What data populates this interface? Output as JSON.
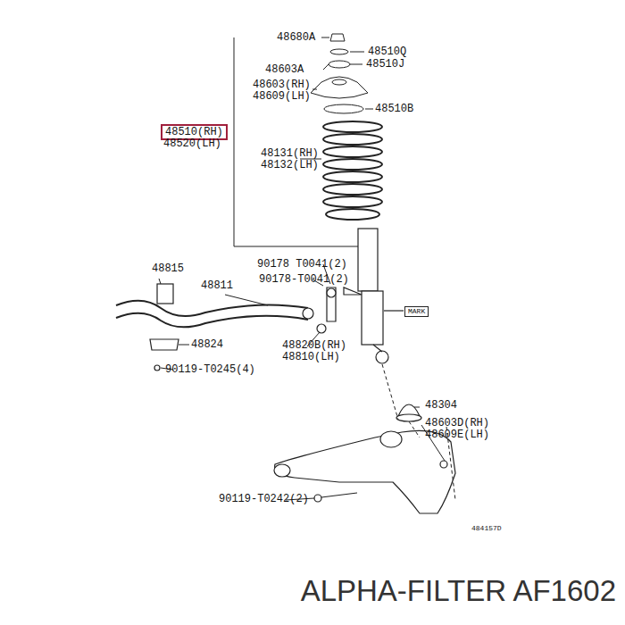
{
  "diagram": {
    "nodes": [
      {
        "text": [
          "48510(RH)"
        ]
      },
      {
        "text": [
          "MARK"
        ]
      }
    ],
    "labels": [
      "48680A",
      "48510Q",
      "48603A",
      "48510J",
      "48603(RH)",
      "48609(LH)",
      "48510B",
      "48520(LH)",
      "48131(RH)",
      "48132(LH)",
      "48815",
      "90178 T0041(2)",
      "90178-T0041(2)",
      "48811",
      "48824",
      "48820B(RH)",
      "48810(LH)",
      "90119-T0245(4)",
      "48304",
      "48603D(RH)",
      "48609E(LH)",
      "90119-T0242(2)",
      "484157D",
      "ALPHA-FILTER AF1602"
    ]
  }
}
